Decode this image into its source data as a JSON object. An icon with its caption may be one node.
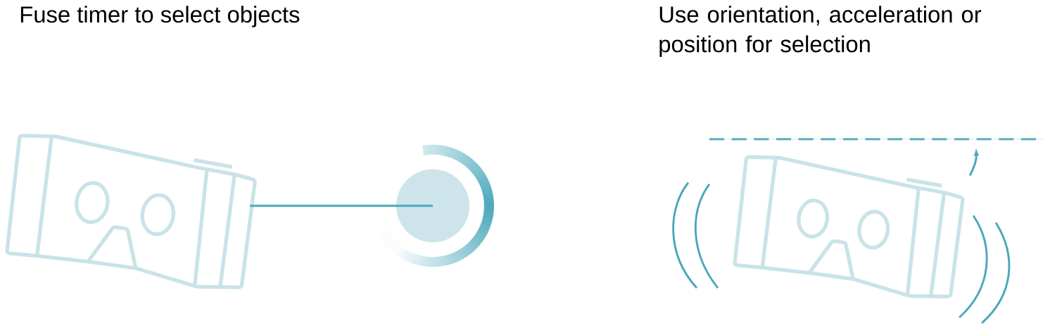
{
  "diagram": {
    "nodes": [
      {
        "text": [],
        "shape": "picture"
      },
      {
        "text": [],
        "shape": "circle"
      }
    ],
    "edges": [
      {
        "from": 0,
        "to": 1,
        "arrow": "none"
      }
    ],
    "labels": [
      "Fuse timer to select objects",
      "Use orientation, acceleration or position for selection"
    ]
  }
}
